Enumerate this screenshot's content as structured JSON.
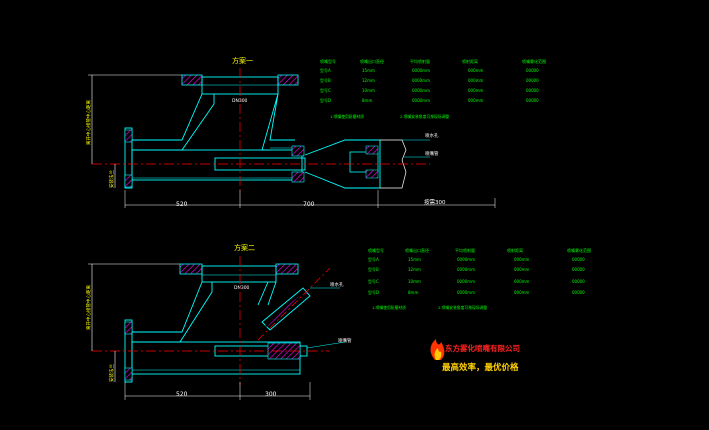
{
  "scheme1": {
    "title": "方案一",
    "dim_left": "520",
    "dim_mid": "700",
    "dim_right": "按需300",
    "side_label": "离开中心接管中心距离",
    "flange_label": "DN300",
    "base_label": "安装法兰",
    "callout_top": "喷水孔",
    "callout_bottom": "喷嘴管"
  },
  "scheme1_table": {
    "headers": [
      "喷嘴型号",
      "喷嘴出口直径",
      "平均喷射量",
      "喷射距离",
      "喷嘴雾化范围"
    ],
    "rows": [
      [
        "型号A",
        "15mm",
        "0000mm",
        "000mm",
        "00000"
      ],
      [
        "型号B",
        "12mm",
        "0000mm",
        "000mm",
        "00000"
      ],
      [
        "型号C",
        "10mm",
        "0000mm",
        "000mm",
        "00000"
      ],
      [
        "型号D",
        "8mm",
        "0000mm",
        "000mm",
        "00000"
      ]
    ],
    "note_left": "1.喷嘴使用耐磨材质",
    "note_right": "2.喷嘴安装角度可按现场调整"
  },
  "scheme2": {
    "title": "方案二",
    "dim_left": "520",
    "dim_right": "300",
    "side_label": "离开中心接管中心距离",
    "flange_label": "DN300",
    "base_label": "安装法兰",
    "callout_top": "喷水孔",
    "callout_bottom": "喷嘴管"
  },
  "scheme2_table": {
    "headers": [
      "喷嘴型号",
      "喷嘴出口直径",
      "平均喷射量",
      "喷射距离",
      "喷嘴雾化范围"
    ],
    "rows": [
      [
        "型号A",
        "15mm",
        "0000mm",
        "000mm",
        "00000"
      ],
      [
        "型号B",
        "12mm",
        "0000mm",
        "000mm",
        "00000"
      ],
      [
        "型号C",
        "10mm",
        "0000mm",
        "000mm",
        "00000"
      ],
      [
        "型号D",
        "8mm",
        "0000mm",
        "000mm",
        "00000"
      ]
    ],
    "note_left": "1.喷嘴使用耐磨材质",
    "note_right": "2.喷嘴安装角度可按现场调整"
  },
  "brand": {
    "name": "东方雾化喷嘴有限公司",
    "slogan": "最高效率，最优价格"
  },
  "colors": {
    "background": "#000000",
    "outline": "#00ffff",
    "table": "#00ff00",
    "dimension": "#ffffff",
    "hatch": "#ff00ff",
    "centerline": "#ff0000",
    "slogan": "#ffd000"
  }
}
